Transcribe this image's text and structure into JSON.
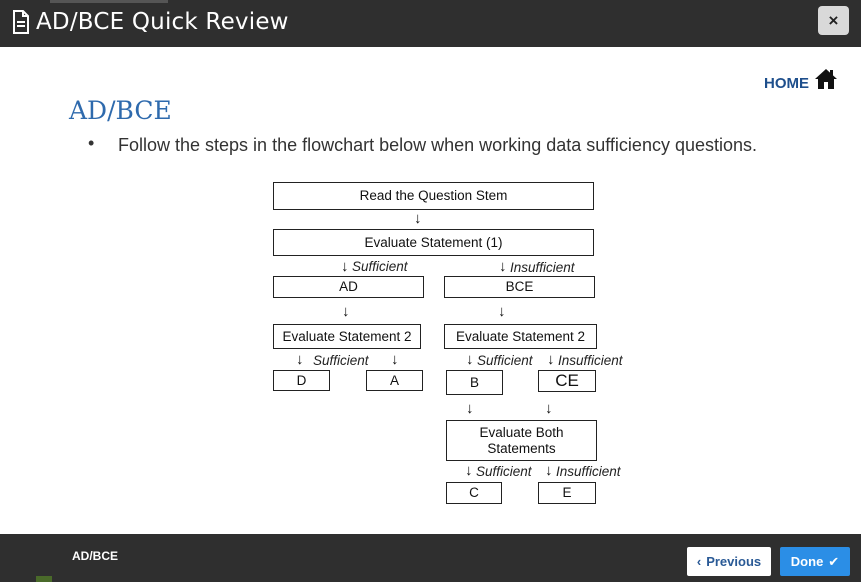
{
  "header": {
    "title": "AD/BCE Quick Review",
    "close_label": "×"
  },
  "content": {
    "home_label": "HOME",
    "heading": "AD/BCE",
    "bullet": "Follow the steps in the flowchart below when working data sufficiency questions."
  },
  "flowchart": {
    "read_stem": "Read the Question Stem",
    "eval1": "Evaluate Statement (1)",
    "sufficient": "Sufficient",
    "insufficient": "Insufficient",
    "ad": "AD",
    "bce": "BCE",
    "eval2_left": "Evaluate Statement 2",
    "eval2_right": "Evaluate Statement 2",
    "d": "D",
    "a": "A",
    "b": "B",
    "ce": "CE",
    "eval_both_line1": "Evaluate Both",
    "eval_both_line2": "Statements",
    "c": "C",
    "e": "E"
  },
  "footer": {
    "section_label": "AD/BCE",
    "previous_label": "Previous",
    "done_label": "Done"
  },
  "colors": {
    "bar_bg": "#2f2f2f",
    "heading": "#2e6aad",
    "home_link": "#1e4f8c",
    "done_bg": "#2b8ee6"
  }
}
